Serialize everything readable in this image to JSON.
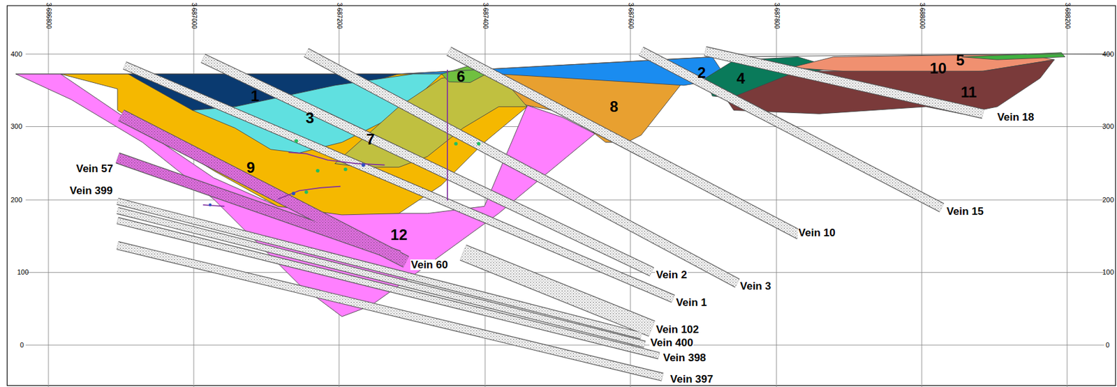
{
  "diagram": {
    "labels": [
      "3 686800",
      "3 687000",
      "3 687200",
      "3 687400",
      "3 687600",
      "3 687800",
      "3 688000",
      "3 688200",
      "400",
      "300",
      "200",
      "100",
      "0",
      "400",
      "300",
      "200",
      "100",
      "0",
      "1",
      "2",
      "3",
      "4",
      "5",
      "6",
      "7",
      "8",
      "9",
      "10",
      "11",
      "12",
      "Vein 18",
      "Vein 15",
      "Vein 10",
      "Vein 3",
      "Vein 2",
      "Vein 1",
      "Vein 57",
      "Vein 60",
      "Vein 399",
      "Vein 102",
      "Vein 400",
      "Vein 398",
      "Vein 397"
    ]
  }
}
